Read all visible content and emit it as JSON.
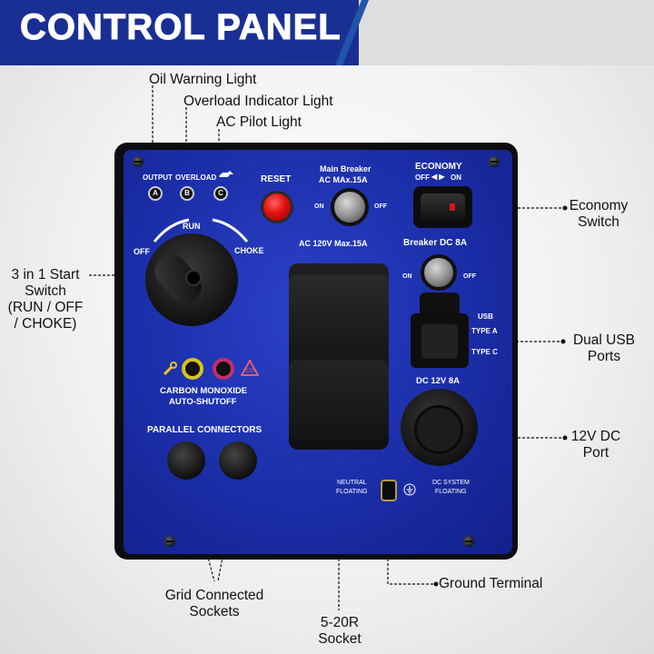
{
  "header": {
    "title": "CONTROL PANEL"
  },
  "callouts": {
    "oil_warning": "Oil Warning Light",
    "overload": "Overload Indicator Light",
    "ac_pilot": "AC Pilot Light",
    "economy_switch_line1": "Economy",
    "economy_switch_line2": "Switch",
    "start_switch_line1": "3 in 1 Start",
    "start_switch_line2": "Switch",
    "start_switch_line3": "(RUN / OFF",
    "start_switch_line4": "/ CHOKE)",
    "usb_line1": "Dual USB",
    "usb_line2": "Ports",
    "dc_line1": "12V DC",
    "dc_line2": "Port",
    "grid_line1": "Grid Connected",
    "grid_line2": "Sockets",
    "ground": "Ground Terminal",
    "socket_line1": "5-20R",
    "socket_line2": "Socket"
  },
  "panel": {
    "output": "OUTPUT",
    "overload": "OVERLOAD",
    "light_a": "A",
    "light_b": "B",
    "light_c": "C",
    "reset": "RESET",
    "main_breaker_line1": "Main Breaker",
    "main_breaker_line2": "AC MAx.15A",
    "on": "ON",
    "off": "OFF",
    "ac_rating": "AC 120V Max.15A",
    "economy": "ECONOMY",
    "economy_off": "OFF",
    "economy_on": "ON",
    "breaker_dc": "Breaker DC 8A",
    "run": "RUN",
    "knob_off": "OFF",
    "choke": "CHOKE",
    "usb": "USB",
    "type_a": "TYPE A",
    "type_c": "TYPE C",
    "dc_12v": "DC 12V 8A",
    "co_line1": "CARBON MONOXIDE",
    "co_line2": "AUTO-SHUTOFF",
    "parallel": "PARALLEL CONNECTORS",
    "neutral_line1": "NEUTRAL",
    "neutral_line2": "FLOATING",
    "dc_system_line1": "DC SYSTEM",
    "dc_system_line2": "FLOATING"
  },
  "colors": {
    "header_blue": "#1a2f93",
    "panel_blue": "#1b2ea8",
    "reset_red": "#e01010"
  }
}
